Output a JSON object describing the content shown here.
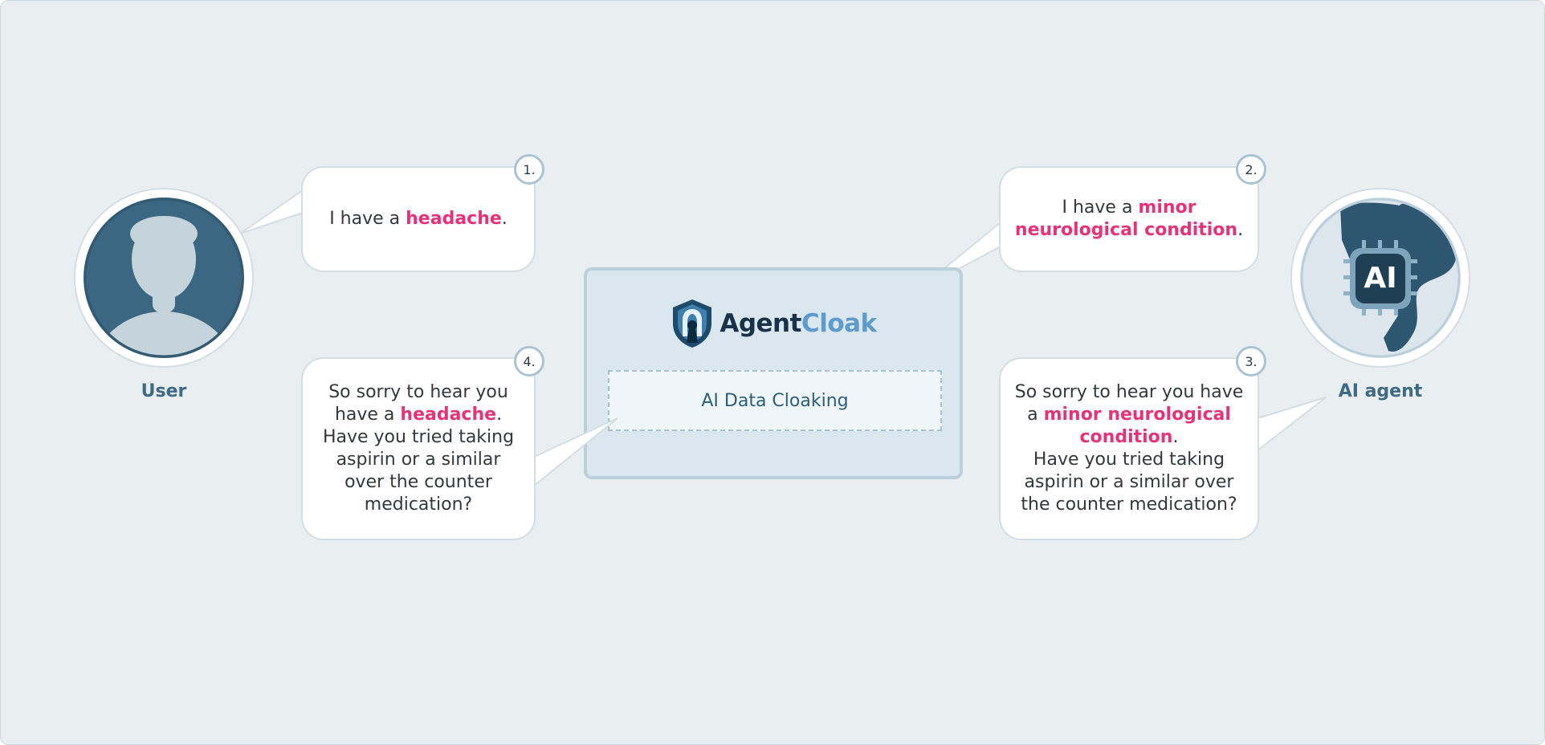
{
  "actors": {
    "user": {
      "label": "User"
    },
    "agent": {
      "label": "AI agent",
      "chip_text": "AI"
    }
  },
  "center": {
    "brand_part1": "Agent",
    "brand_part2": "Cloak",
    "process_label": "AI Data Cloaking"
  },
  "steps": [
    {
      "number": "1.",
      "lines": [
        [
          {
            "t": "I have a "
          },
          {
            "t": "headache",
            "hl": true
          },
          {
            "t": "."
          }
        ]
      ]
    },
    {
      "number": "2.",
      "lines": [
        [
          {
            "t": "I have a "
          },
          {
            "t": "minor",
            "hl": true
          }
        ],
        [
          {
            "t": "neurological condition",
            "hl": true
          },
          {
            "t": "."
          }
        ]
      ]
    },
    {
      "number": "3.",
      "lines": [
        [
          {
            "t": "So sorry to hear you have"
          }
        ],
        [
          {
            "t": "a "
          },
          {
            "t": "minor neurological",
            "hl": true
          }
        ],
        [
          {
            "t": "condition",
            "hl": true
          },
          {
            "t": "."
          }
        ],
        [
          {
            "t": "Have you tried taking"
          }
        ],
        [
          {
            "t": "aspirin or a similar over"
          }
        ],
        [
          {
            "t": "the counter medication?"
          }
        ]
      ]
    },
    {
      "number": "4.",
      "lines": [
        [
          {
            "t": "So sorry to hear you"
          }
        ],
        [
          {
            "t": "have a "
          },
          {
            "t": "headache",
            "hl": true
          },
          {
            "t": "."
          }
        ],
        [
          {
            "t": "Have you tried taking"
          }
        ],
        [
          {
            "t": "aspirin or a similar"
          }
        ],
        [
          {
            "t": "over the counter"
          }
        ],
        [
          {
            "t": "medication?"
          }
        ]
      ]
    }
  ],
  "colors": {
    "background": "#e9eef1",
    "highlight": "#e5337a",
    "avatar": "#3b6782",
    "brand_dark": "#17324a",
    "brand_light": "#5e9bcc"
  }
}
